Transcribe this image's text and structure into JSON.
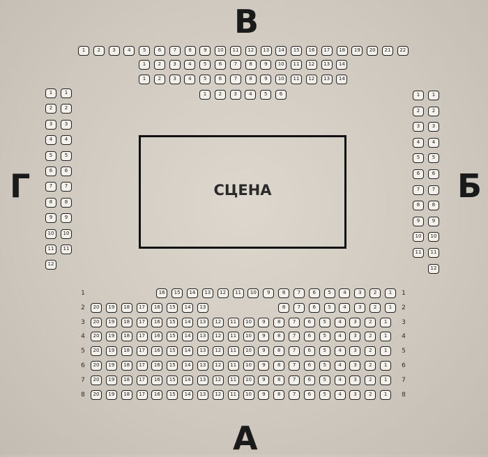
{
  "sections": {
    "top": "В",
    "left": "Г",
    "right": "Б",
    "bottom": "А"
  },
  "stage_label": "СЦЕНА",
  "section_v_rows": [
    {
      "seats": [
        1,
        2,
        3,
        4,
        5,
        6,
        7,
        8,
        9,
        10,
        11,
        12,
        13,
        14,
        15,
        16,
        17,
        18,
        19,
        20,
        21,
        22
      ]
    },
    {
      "seats": [
        1,
        2,
        3,
        4,
        5,
        6,
        7,
        8,
        9,
        10,
        11,
        12,
        13,
        14
      ]
    },
    {
      "seats": [
        1,
        2,
        3,
        4,
        5,
        6,
        7,
        8,
        9,
        10,
        11,
        12,
        13,
        14
      ]
    },
    {
      "seats": [
        1,
        2,
        3,
        4,
        5,
        6
      ]
    }
  ],
  "section_g_cols": [
    {
      "seats": [
        1,
        2,
        3,
        4,
        5,
        6,
        7,
        8,
        9,
        10,
        11,
        12
      ]
    },
    {
      "seats": [
        1,
        2,
        3,
        4,
        5,
        6,
        7,
        8,
        9,
        10,
        11
      ]
    }
  ],
  "section_b_cols": [
    {
      "seats": [
        1,
        2,
        3,
        4,
        5,
        6,
        7,
        8,
        9,
        10,
        11
      ]
    },
    {
      "seats": [
        1,
        2,
        3,
        4,
        5,
        6,
        7,
        8,
        9,
        10,
        11,
        12
      ]
    }
  ],
  "section_a_rows": [
    {
      "row": "1",
      "seats": [
        16,
        15,
        14,
        13,
        12,
        11,
        10,
        9,
        8,
        7,
        6,
        5,
        4,
        3,
        2,
        1
      ]
    },
    {
      "row": "2",
      "seats": [
        20,
        19,
        18,
        17,
        16,
        15,
        14,
        13,
        8,
        7,
        6,
        5,
        4,
        3,
        2,
        1
      ]
    },
    {
      "row": "3",
      "seats": [
        20,
        19,
        18,
        17,
        16,
        15,
        14,
        13,
        12,
        11,
        10,
        9,
        8,
        7,
        6,
        5,
        4,
        3,
        2,
        1
      ]
    },
    {
      "row": "4",
      "seats": [
        20,
        19,
        18,
        17,
        16,
        15,
        14,
        13,
        12,
        11,
        10,
        9,
        8,
        7,
        6,
        5,
        4,
        3,
        2,
        1
      ]
    },
    {
      "row": "5",
      "seats": [
        20,
        19,
        18,
        17,
        16,
        15,
        14,
        13,
        12,
        11,
        10,
        9,
        8,
        7,
        6,
        5,
        4,
        3,
        2,
        1
      ]
    },
    {
      "row": "6",
      "seats": [
        20,
        19,
        18,
        17,
        16,
        15,
        14,
        13,
        12,
        11,
        10,
        9,
        8,
        7,
        6,
        5,
        4,
        3,
        2,
        1
      ]
    },
    {
      "row": "7",
      "seats": [
        20,
        19,
        18,
        17,
        16,
        15,
        14,
        13,
        12,
        11,
        10,
        9,
        8,
        7,
        6,
        5,
        4,
        3,
        2,
        1
      ]
    },
    {
      "row": "8",
      "seats": [
        20,
        19,
        18,
        17,
        16,
        15,
        14,
        13,
        12,
        11,
        10,
        9,
        8,
        7,
        6,
        5,
        4,
        3,
        2,
        1
      ]
    }
  ]
}
